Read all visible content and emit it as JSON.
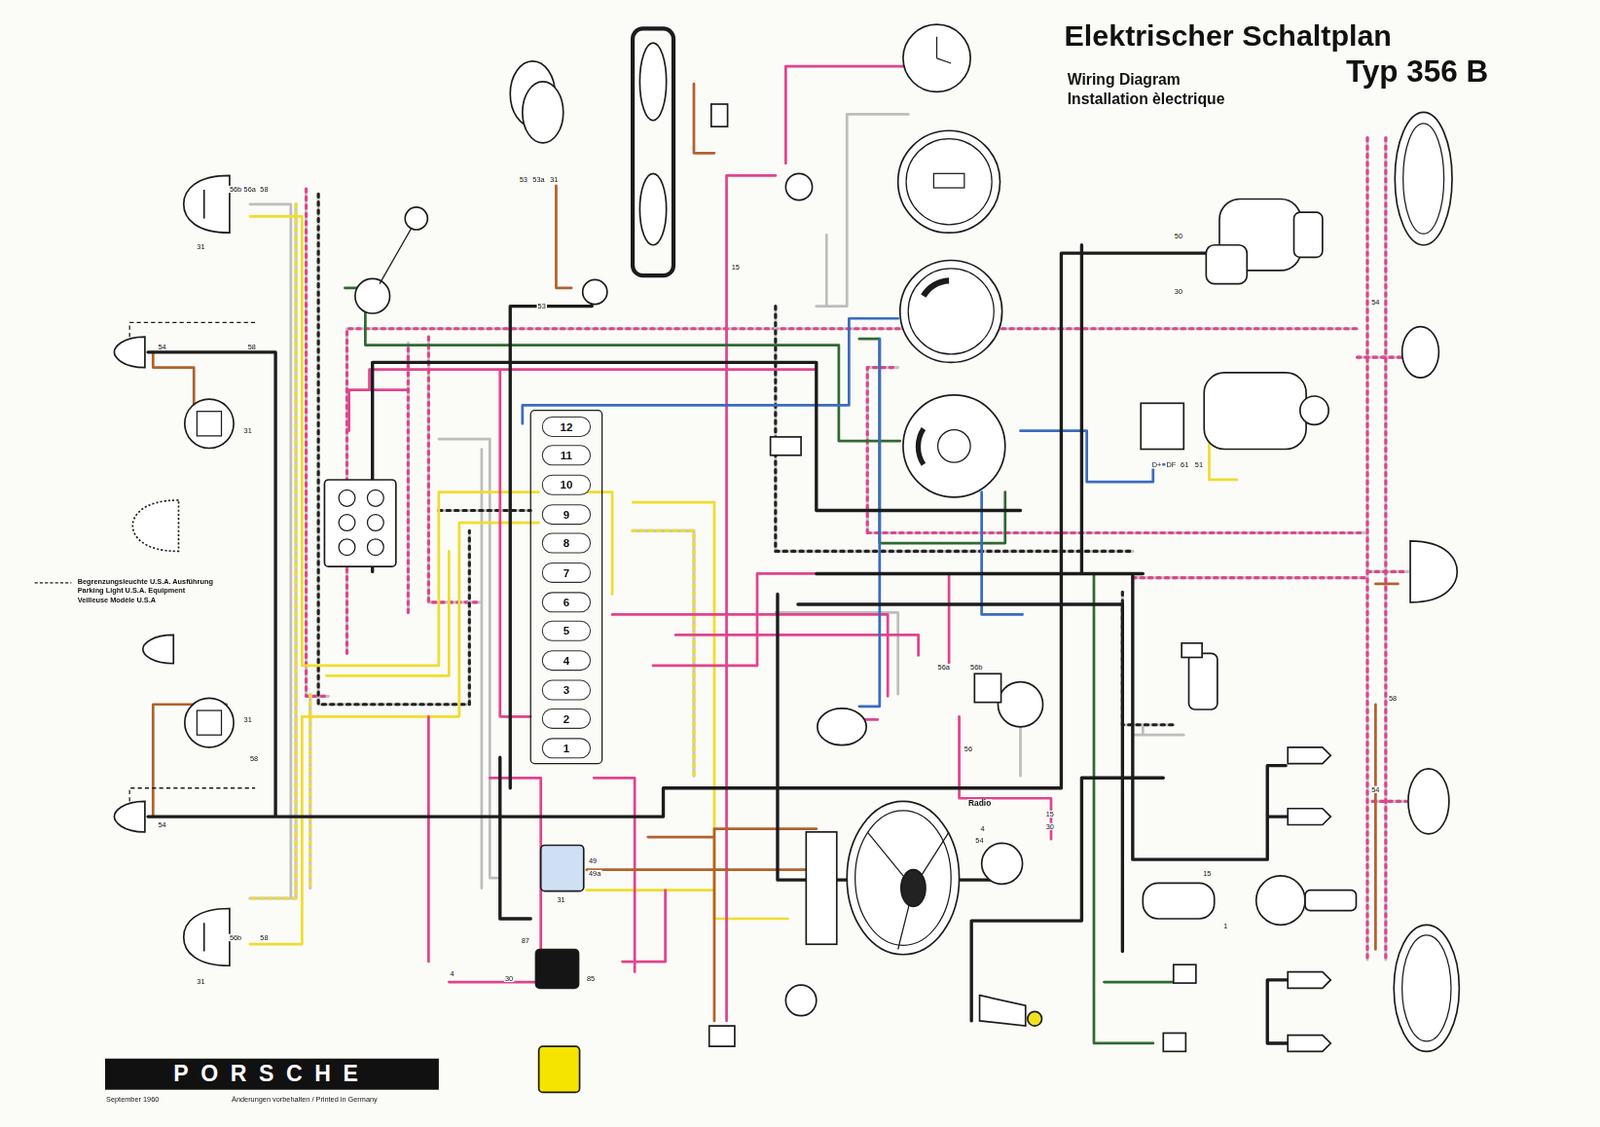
{
  "diagram": {
    "title": "Elektrischer Schaltplan",
    "nodes": [
      {
        "text": [
          "12"
        ]
      },
      {
        "text": [
          "11"
        ]
      },
      {
        "text": [
          "10"
        ]
      },
      {
        "text": [
          "9"
        ]
      },
      {
        "text": [
          "8"
        ]
      },
      {
        "text": [
          "7"
        ]
      },
      {
        "text": [
          "6"
        ]
      },
      {
        "text": [
          "5"
        ]
      },
      {
        "text": [
          "4"
        ]
      },
      {
        "text": [
          "3"
        ]
      },
      {
        "text": [
          "2"
        ]
      },
      {
        "text": [
          "1"
        ]
      },
      {
        "text": [
          "PORSCHE"
        ]
      }
    ],
    "labels": [
      "Typ 356 B",
      "Wiring Diagram",
      "Installation èlectrique",
      "Radio",
      "September 1960",
      "Änderungen vorbehalten / Printed in Germany",
      "56b",
      "56a",
      "58",
      "31",
      "54",
      "58",
      "31",
      "31",
      "58",
      "54",
      "56b",
      "58",
      "31",
      "53",
      "53a",
      "31",
      "53",
      "50",
      "30",
      "D+",
      "DF",
      "61",
      "51",
      "30",
      "15",
      "54",
      "56",
      "56a",
      "56b",
      "87",
      "30",
      "85",
      "49",
      "49a",
      "31",
      "15",
      "1",
      "4",
      "4",
      "54",
      "54",
      "58",
      "15"
    ],
    "legend": [
      {
        "text": "Begrenzungsleuchte U.S.A. Ausführung"
      },
      {
        "text": "Parking Light U.S.A. Equipment"
      },
      {
        "text": "Veilleuse Modèle U.S.A"
      }
    ]
  }
}
